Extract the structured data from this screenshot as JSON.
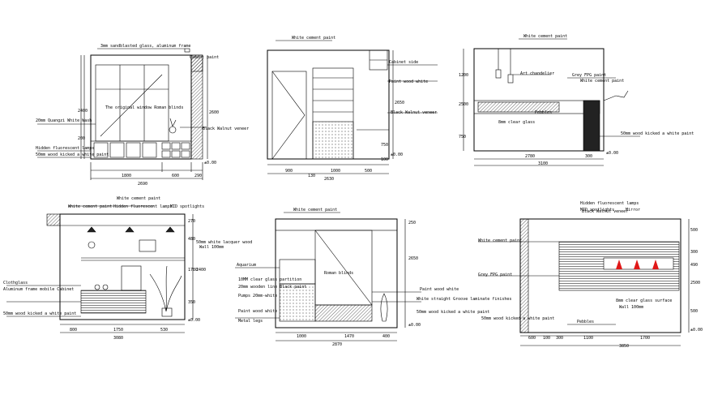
{
  "drawing": {
    "elev1": {
      "labels": [
        "3mm sandblasted glass, aluminum frame",
        "Cement paint",
        "The original window Roman blinds",
        "20mm Quangzi White Wash",
        "Black Walnut veneer",
        "Hidden fluorescent lamps",
        "50mm wood kicked a white paint"
      ],
      "dims_bottom": [
        "1800",
        "600",
        "290",
        "2690"
      ],
      "dims_left": [
        "2400",
        "200"
      ],
      "dims_right": [
        "2600",
        "±0.00"
      ],
      "level": "±0.00"
    },
    "elev2": {
      "labels": [
        "White cement paint",
        "Cabinet side",
        "Paint wood white",
        "Black Walnut veneer"
      ],
      "dims_bottom": [
        "900",
        "1000",
        "500",
        "130",
        "2630"
      ],
      "dims_right": [
        "2650",
        "750",
        "±0.00",
        "100"
      ],
      "level": "±0.00"
    },
    "elev3": {
      "labels": [
        "White cement paint",
        "Art chandelier",
        "Grey FPG paint",
        "White cement paint",
        "Pebbles",
        "8mm clear glass",
        "50mm wood kicked a white paint"
      ],
      "dims_bottom": [
        "2780",
        "300",
        "3100"
      ],
      "dims_left": [
        "1200",
        "2500",
        "750"
      ],
      "level": "±0.00"
    },
    "elev4": {
      "labels": [
        "White cement paint",
        "White cement paint",
        "Hidden fluorescent lamps",
        "MID spotlights",
        "50mm white lacquer wood",
        "Wall 100mm",
        "Clothglass",
        "Aluminum frame mobile Cabinet",
        "50mm wood kicked a white paint"
      ],
      "dims_bottom": [
        "800",
        "1750",
        "530",
        "3080"
      ],
      "dims_right": [
        "270",
        "480",
        "2400",
        "1780",
        "350",
        "±0.00"
      ],
      "level": "±0.00"
    },
    "elev5": {
      "labels": [
        "White cement paint",
        "Aquarium",
        "10MM clear glass partition",
        "20mm wooden line Black paint",
        "Pumps 20mm-white",
        "Paint wood white",
        "Metal legs",
        "Roman blinds",
        "Paint wood white",
        "White straight Groove laminate finishes",
        "50mm wood kicked a white paint"
      ],
      "dims_bottom": [
        "1000",
        "1470",
        "400",
        "2870"
      ],
      "dims_right": [
        "250",
        "2650"
      ],
      "level": "±0.00"
    },
    "elev6": {
      "labels": [
        "Hidden fluorescent lamps",
        "MID spotlights",
        "Black Walnut veneer",
        "Mirror",
        "White cement paint",
        "Grey FPG paint",
        "8mm clear glass surface",
        "Wall 100mm",
        "50mm wood kicked a white paint",
        "Pebbles"
      ],
      "dims_bottom": [
        "600",
        "100",
        "300",
        "1100",
        "1700",
        "3850"
      ],
      "dims_right": [
        "500",
        "300",
        "490",
        "2500",
        "500",
        "±0.00"
      ],
      "level": "±0.00"
    }
  }
}
